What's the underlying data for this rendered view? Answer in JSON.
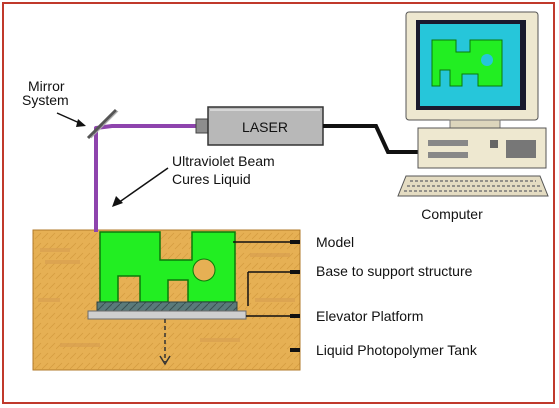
{
  "labels": {
    "mirror_line1": "Mirror",
    "mirror_line2": "System",
    "laser": "LASER",
    "uv_line1": "Ultraviolet Beam",
    "uv_line2": "Cures Liquid",
    "computer": "Computer",
    "model": "Model",
    "base": "Base to support structure",
    "elevator": "Elevator Platform",
    "tank": "Liquid Photopolymer Tank"
  },
  "colors": {
    "border": "#c0392b",
    "beam": "#8e44ad",
    "model": "#22ee22",
    "liquid": "#e6b054",
    "laser_body": "#b8b8b8",
    "screen": "#26c6da",
    "computer_body": "#eee8d0"
  }
}
